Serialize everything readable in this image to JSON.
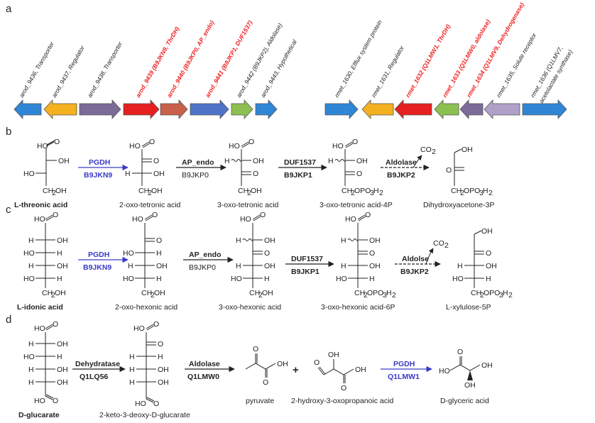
{
  "panels": {
    "a": "a",
    "b": "b",
    "c": "c",
    "d": "d"
  },
  "operon_left": {
    "genes": [
      {
        "label": "arod_9436, Transporter",
        "color": "#2f86d6",
        "dir": "left",
        "highlight": false
      },
      {
        "label": "arod_9437, Regulator",
        "color": "#f5b020",
        "dir": "left",
        "highlight": false
      },
      {
        "label": "arod_9438, Transporter",
        "color": "#7a6b99",
        "dir": "right",
        "highlight": false
      },
      {
        "label": "arod_9439 (B9JKN9, ThrDH)",
        "color": "#e62020",
        "dir": "right",
        "highlight": true
      },
      {
        "label": "arod_9440 (B9JKP0, AP_endo)",
        "color": "#c8604a",
        "dir": "right",
        "highlight": true
      },
      {
        "label": "arod_9441 (B9JKP1, DUF1537)",
        "color": "#4e73c8",
        "dir": "right",
        "highlight": true
      },
      {
        "label": "arod_9442 (B9JKP2), Aldolase)",
        "color": "#8cc050",
        "dir": "right",
        "highlight": false
      },
      {
        "label": "arod_9443, Hypothetical",
        "color": "#2f86d6",
        "dir": "right",
        "highlight": false
      }
    ]
  },
  "operon_right": {
    "genes": [
      {
        "label": "rmet_1630, Efflux system protein",
        "color": "#2f86d6",
        "dir": "right",
        "highlight": false
      },
      {
        "label": "rmet_1631, Regulator",
        "color": "#f5b020",
        "dir": "left",
        "highlight": false
      },
      {
        "label": "rmet_1632 (Q1LMW1, ThrDH)",
        "color": "#e62020",
        "dir": "left",
        "highlight": true
      },
      {
        "label": "rmet_1633 (Q1LMW0, aldolase)",
        "color": "#8cc050",
        "dir": "left",
        "highlight": true
      },
      {
        "label": "rmet_1634 (Q1LMV9, Dehydrogenase)",
        "color": "#7a6b99",
        "dir": "left",
        "highlight": true
      },
      {
        "label": "rmet_1635, Solute receptor",
        "color": "#b0a0c8",
        "dir": "left",
        "highlight": false
      },
      {
        "label": "rmet_1636 (Q1LMV7,",
        "label2": "acetolactate synthase)",
        "color": "#2f86d6",
        "dir": "right",
        "highlight": false
      }
    ]
  },
  "atoms": {
    "HO": "HO",
    "OH": "OH",
    "H": "H",
    "O": "O",
    "CH2OH": "CH",
    "sub2": "2",
    "OHsuffix": "OH",
    "CH2OPO3H2_a": "CH",
    "OPO": "OPO",
    "three": "3",
    "Hend": "H",
    "two": "2",
    "CO2": "CO"
  },
  "pathway_b": {
    "compounds": [
      "L-threonic acid",
      "2-oxo-tetronic acid",
      "3-oxo-tetronic acid",
      "3-oxo-tetronic acid-4P",
      "Dihydroxyacetone-3P"
    ],
    "enzymes": [
      {
        "name": "PGDH",
        "id": "B9JKN9"
      },
      {
        "name": "AP_endo",
        "id": "B9JKP0"
      },
      {
        "name": "DUF1537",
        "id": "B9JKP1"
      },
      {
        "name": "Aldolase",
        "id": "B9JKP2"
      }
    ]
  },
  "pathway_c": {
    "compounds": [
      "L-idonic acid",
      "2-oxo-hexonic acid",
      "3-oxo-hexonic acid",
      "3-oxo-hexonic acid-6P",
      "L-xylulose-5P"
    ],
    "enzymes": [
      {
        "name": "PGDH",
        "id": "B9JKN9"
      },
      {
        "name": "AP_endo",
        "id": "B9JKP0"
      },
      {
        "name": "DUF1537",
        "id": "B9JKP1"
      },
      {
        "name": "Aldolse",
        "id": "B9JKP2"
      }
    ]
  },
  "pathway_d": {
    "compounds": [
      "D-glucarate",
      "2-keto-3-deoxy-D-glucarate",
      "pyruvate",
      "2-hydroxy-3-oxopropanoic acid",
      "D-glyceric acid"
    ],
    "plus": "+",
    "enzymes": [
      {
        "name": "Dehydratase",
        "id": "Q1LQ56"
      },
      {
        "name": "Aldolase",
        "id": "Q1LMW0"
      },
      {
        "name": "PGDH",
        "id": "Q1LMW1"
      }
    ]
  }
}
